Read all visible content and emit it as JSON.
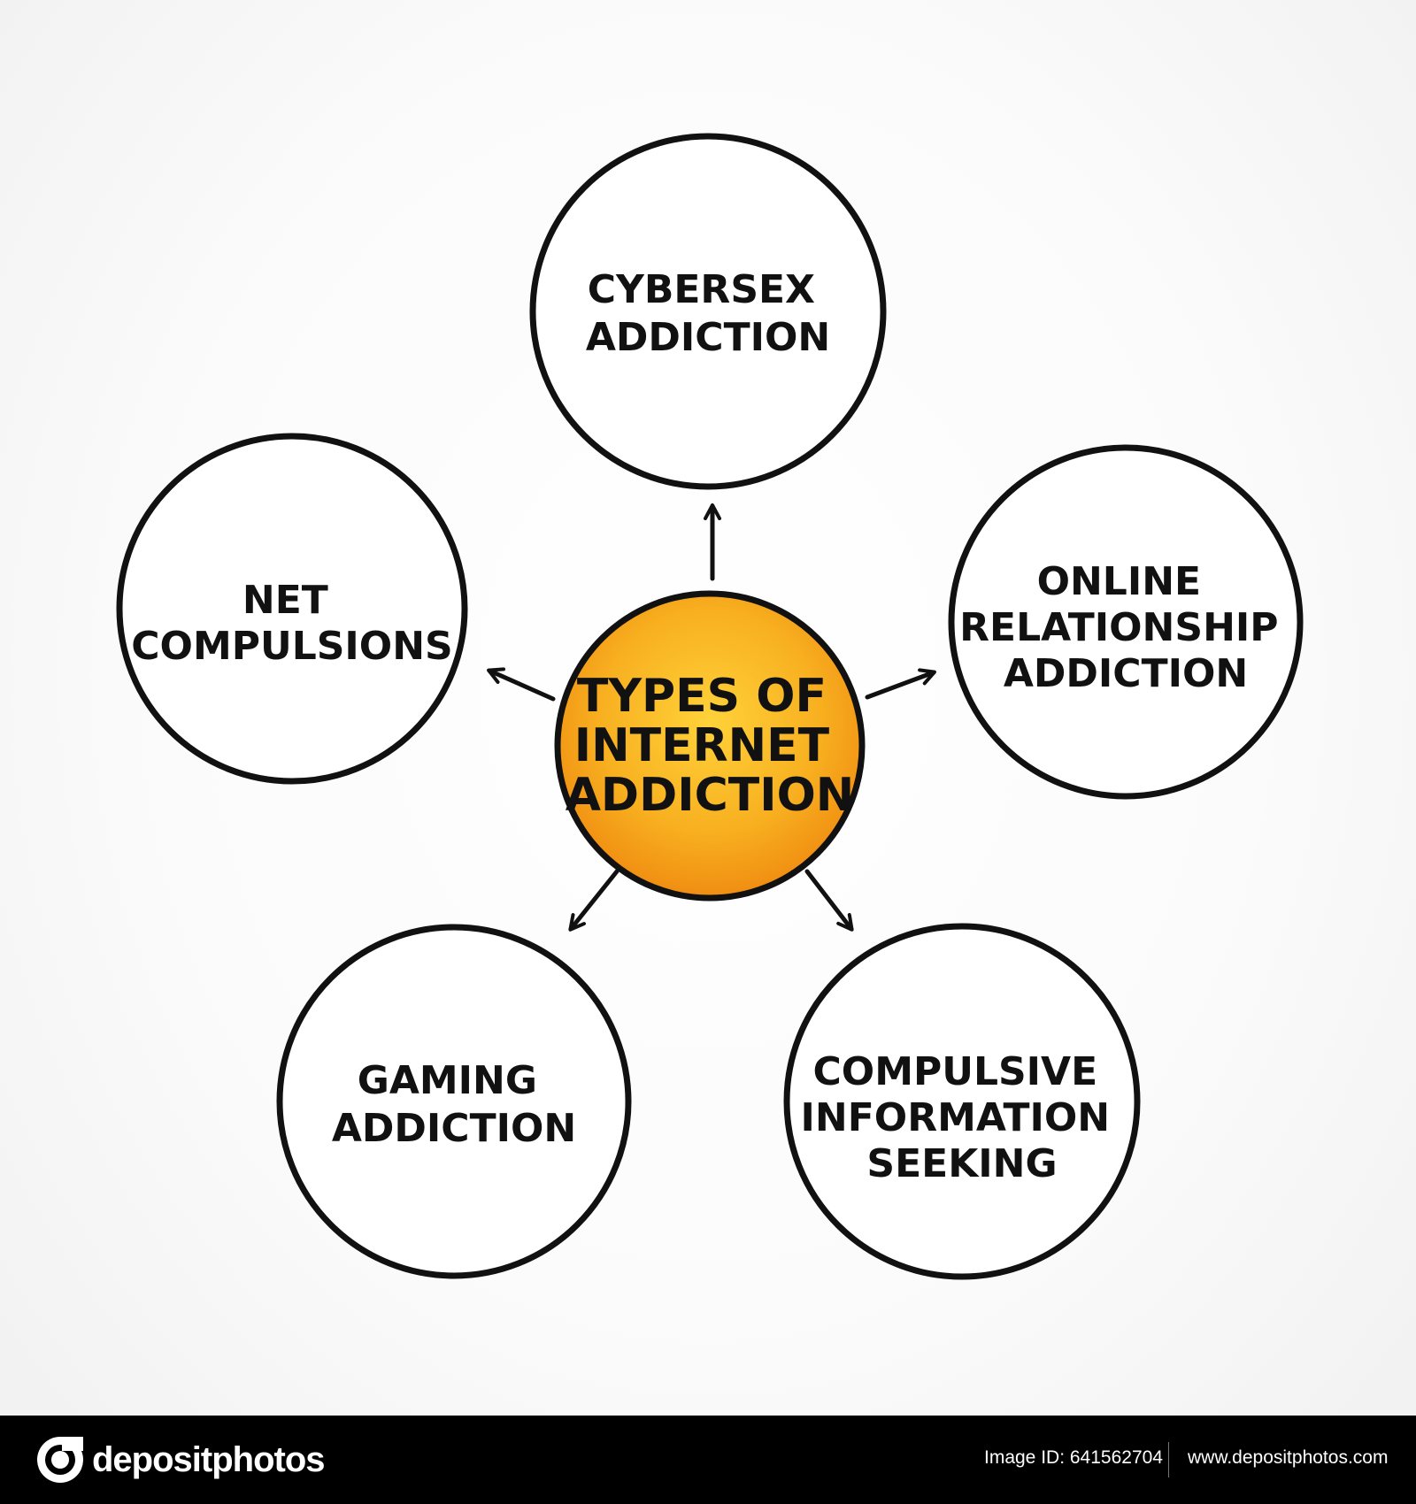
{
  "diagram": {
    "center": {
      "lines": [
        "TYPES OF",
        "INTERNET",
        "ADDICTION"
      ],
      "fill": "#f6a015"
    },
    "nodes": [
      {
        "lines": [
          "CYBERSEX",
          "ADDICTION"
        ]
      },
      {
        "lines": [
          "ONLINE",
          "RELATIONSHIP",
          "ADDICTION"
        ]
      },
      {
        "lines": [
          "COMPULSIVE",
          "INFORMATION",
          "SEEKING"
        ]
      },
      {
        "lines": [
          "GAMING",
          "ADDICTION"
        ]
      },
      {
        "lines": [
          "NET",
          "COMPULSIONS"
        ]
      }
    ]
  },
  "footer": {
    "brand": "depositphotos",
    "image_id": "Image ID: 641562704",
    "site": "www.depositphotos.com"
  }
}
